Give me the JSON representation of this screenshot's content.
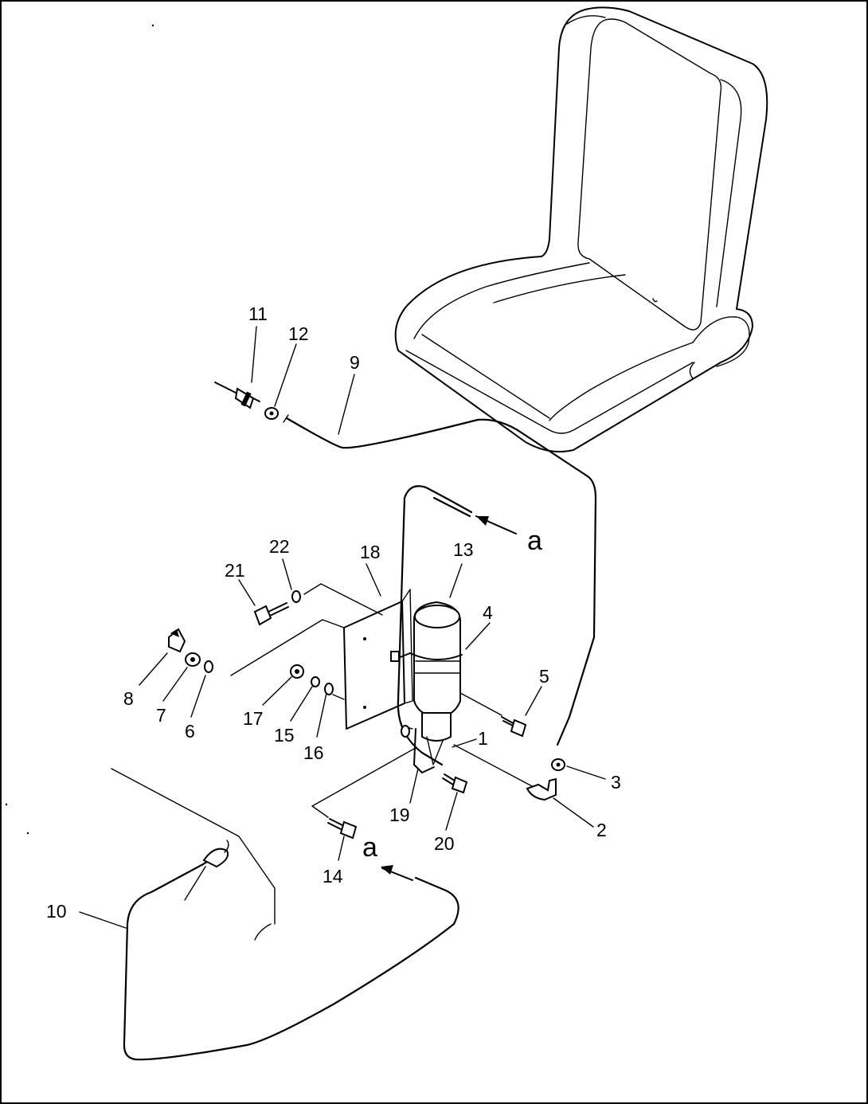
{
  "callouts": {
    "c1": "1",
    "c2": "2",
    "c3": "3",
    "c4": "4",
    "c5": "5",
    "c6": "6",
    "c7": "7",
    "c8": "8",
    "c9": "9",
    "c10": "10",
    "c11": "11",
    "c12": "12",
    "c13": "13",
    "c14": "14",
    "c15": "15",
    "c16": "16",
    "c17": "17",
    "c18": "18",
    "c19": "19",
    "c20": "20",
    "c21": "21",
    "c22": "22"
  },
  "view_markers": {
    "upper": "a",
    "lower": "a"
  }
}
